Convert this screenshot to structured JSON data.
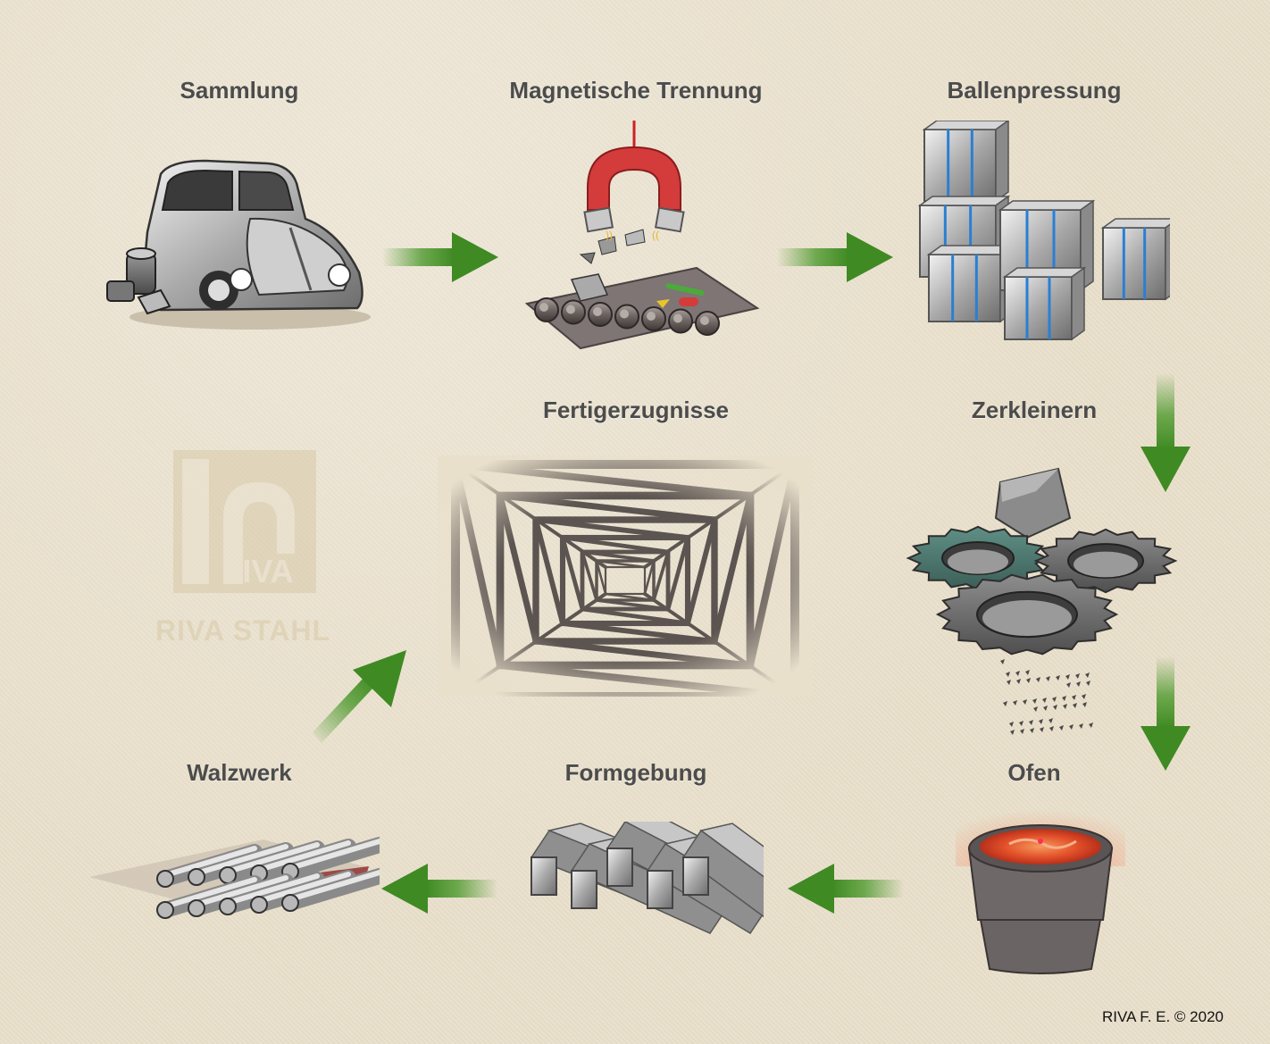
{
  "steps": {
    "collection": "Sammlung",
    "magnetic_separation": "Magnetische Trennung",
    "baling": "Ballenpressung",
    "shredding": "Zerkleinern",
    "furnace": "Ofen",
    "forming": "Formgebung",
    "rolling_mill": "Walzwerk",
    "finished_products": "Fertigerzugnisse"
  },
  "watermark": {
    "logo_text": "IVA",
    "company": "RIVA STAHL"
  },
  "copyright": "RIVA F. E. © 2020",
  "colors": {
    "arrow": "#4f9a2e",
    "title": "#4c4c4c",
    "background": "#e9e0cc",
    "molten": "#e2502a"
  },
  "icons": [
    "car-icon",
    "magnet-icon",
    "conveyor-icon",
    "bale-icon",
    "gears-icon",
    "crucible-icon",
    "steel-bars-icon",
    "rods-icon",
    "truss-tower-icon"
  ]
}
